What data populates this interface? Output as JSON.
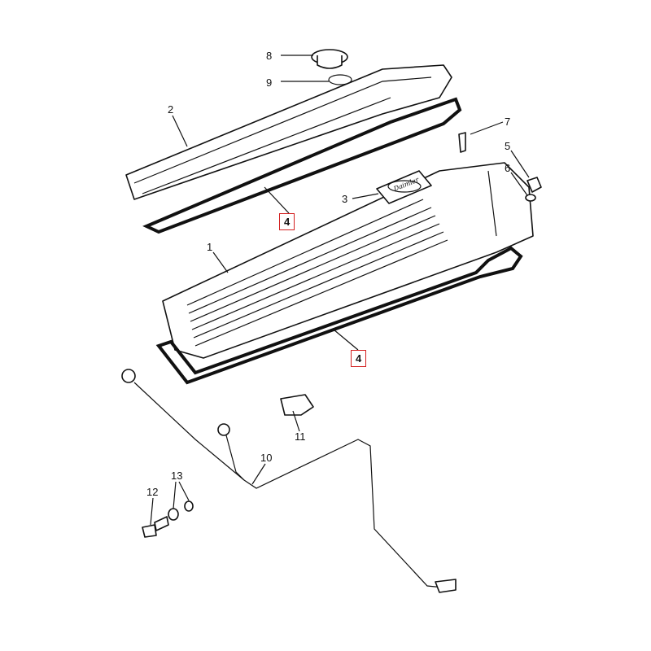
{
  "diagram": {
    "type": "exploded-parts-diagram",
    "logo_text": "Daimler",
    "callouts": [
      {
        "id": "8",
        "label": "8",
        "highlighted": false
      },
      {
        "id": "9",
        "label": "9",
        "highlighted": false
      },
      {
        "id": "2",
        "label": "2",
        "highlighted": false
      },
      {
        "id": "7",
        "label": "7",
        "highlighted": false
      },
      {
        "id": "5",
        "label": "5",
        "highlighted": false
      },
      {
        "id": "6",
        "label": "6",
        "highlighted": false
      },
      {
        "id": "3",
        "label": "3",
        "highlighted": false
      },
      {
        "id": "4a",
        "label": "4",
        "highlighted": true
      },
      {
        "id": "1",
        "label": "1",
        "highlighted": false
      },
      {
        "id": "4b",
        "label": "4",
        "highlighted": true
      },
      {
        "id": "11",
        "label": "11",
        "highlighted": false
      },
      {
        "id": "10",
        "label": "10",
        "highlighted": false
      },
      {
        "id": "13",
        "label": "13",
        "highlighted": false
      },
      {
        "id": "12",
        "label": "12",
        "highlighted": false
      }
    ],
    "highlight_color": "#d32020"
  }
}
